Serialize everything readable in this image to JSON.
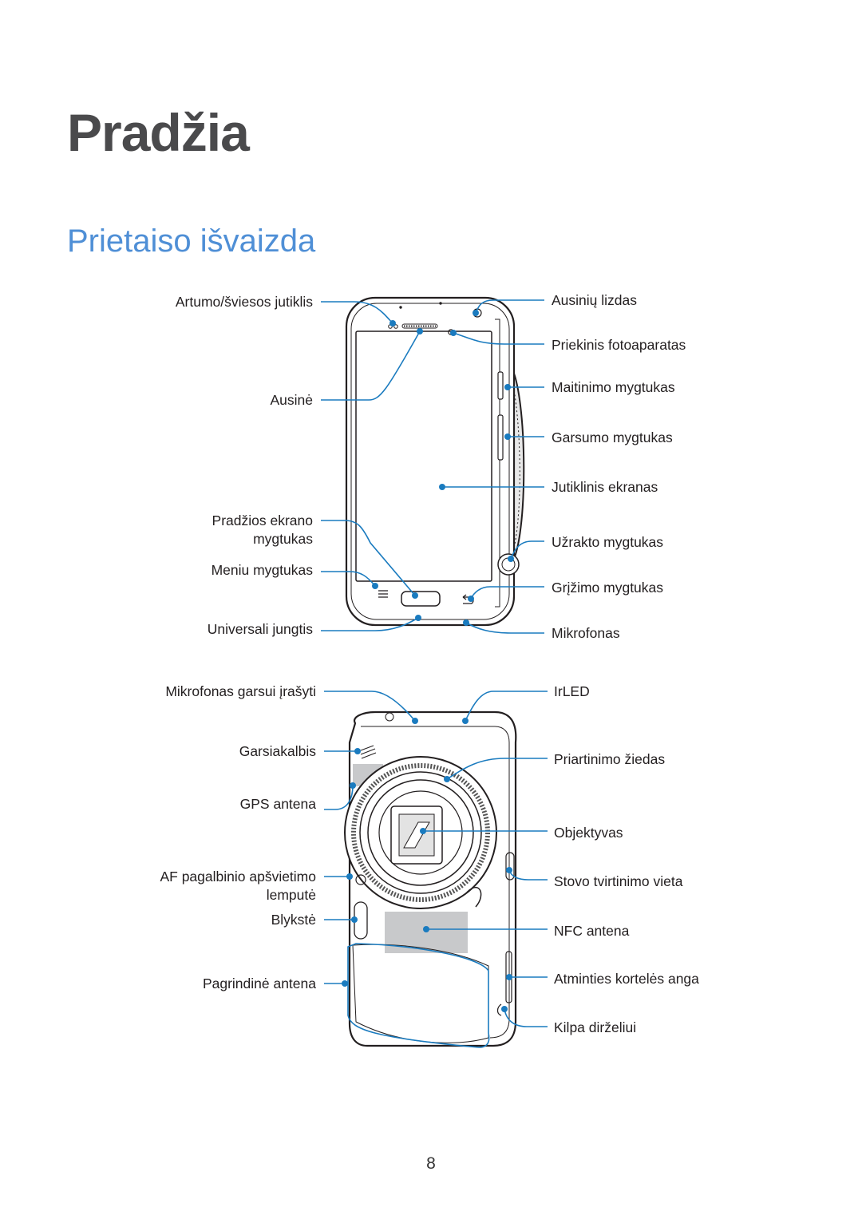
{
  "page": {
    "title": "Pradžia",
    "subtitle": "Prietaiso išvaizda",
    "page_number": "8",
    "accent_color": "#1a7bbf",
    "title_color": "#4a4a4c",
    "subtitle_color": "#4f8fd6"
  },
  "front": {
    "labels_left": {
      "proximity_sensor": "Artumo/šviesos jutiklis",
      "earpiece": "Ausinė",
      "home_button_line1": "Pradžios ekrano",
      "home_button_line2": "mygtukas",
      "menu_button": "Meniu mygtukas",
      "multipurpose_jack": "Universali jungtis"
    },
    "labels_right": {
      "headset_jack": "Ausinių lizdas",
      "front_camera": "Priekinis fotoaparatas",
      "power_button": "Maitinimo mygtukas",
      "volume_button": "Garsumo mygtukas",
      "touchscreen": "Jutiklinis ekranas",
      "shutter_button": "Užrakto mygtukas",
      "back_button": "Grįžimo mygtukas",
      "microphone": "Mikrofonas"
    }
  },
  "back": {
    "labels_left": {
      "recording_mic": "Mikrofonas garsui įrašyti",
      "speaker": "Garsiakalbis",
      "gps_antenna": "GPS antena",
      "af_lamp_line1": "AF pagalbinio apšvietimo",
      "af_lamp_line2": "lemputė",
      "flash": "Blykstė",
      "main_antenna": "Pagrindinė antena"
    },
    "labels_right": {
      "irled": "IrLED",
      "zoom_ring": "Priartinimo žiedas",
      "lens": "Objektyvas",
      "tripod_mount": "Stovo tvirtinimo vieta",
      "nfc_antenna": "NFC antena",
      "memory_card_slot": "Atminties kortelės anga",
      "strap_hole": "Kilpa dirželiui"
    }
  }
}
